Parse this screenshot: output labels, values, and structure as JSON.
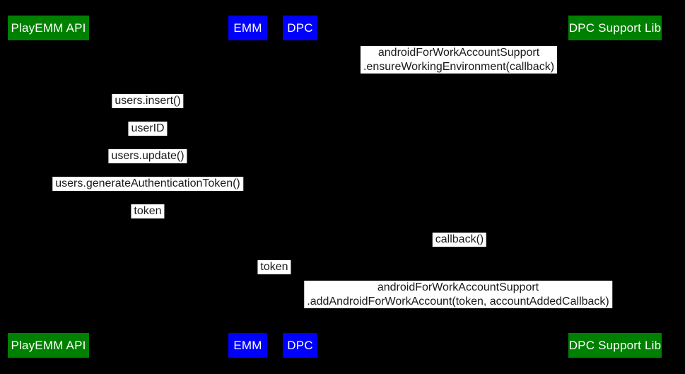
{
  "diagram": {
    "background_color": "#000000",
    "message_label_style": {
      "background": "#ffffff",
      "text_color": "#1a1a1a"
    },
    "participants": [
      {
        "label": "PlayEMM API",
        "color": "#008000",
        "text_color": "#ffffff"
      },
      {
        "label": "EMM",
        "color": "#0000ff",
        "text_color": "#ffffff"
      },
      {
        "label": "DPC",
        "color": "#0000ff",
        "text_color": "#ffffff"
      },
      {
        "label": "DPC Support Lib",
        "color": "#008000",
        "text_color": "#ffffff"
      }
    ],
    "messages": [
      {
        "lines": [
          "androidForWorkAccountSupport",
          ".ensureWorkingEnvironment(callback)"
        ]
      },
      {
        "lines": [
          "users.insert()"
        ]
      },
      {
        "lines": [
          "userID"
        ]
      },
      {
        "lines": [
          "users.update()"
        ]
      },
      {
        "lines": [
          "users.generateAuthenticationToken()"
        ]
      },
      {
        "lines": [
          "token"
        ]
      },
      {
        "lines": [
          "callback()"
        ]
      },
      {
        "lines": [
          "token"
        ]
      },
      {
        "lines": [
          "androidForWorkAccountSupport",
          ".addAndroidForWorkAccount(token, accountAddedCallback)"
        ]
      }
    ]
  }
}
